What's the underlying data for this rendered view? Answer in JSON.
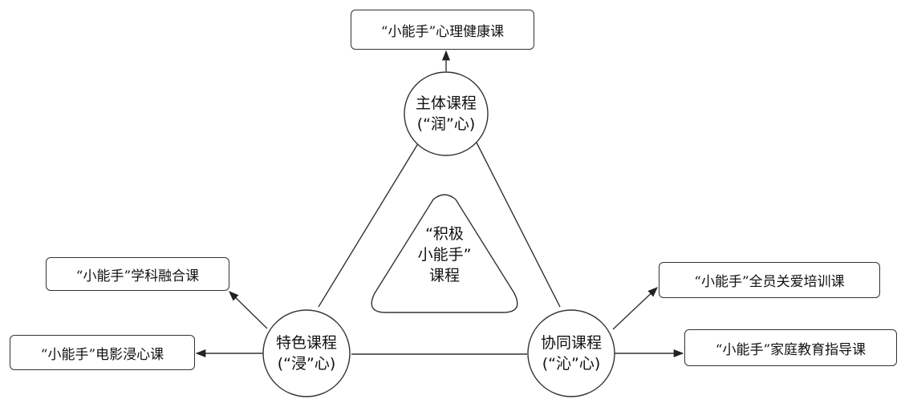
{
  "center": {
    "line1": "“积极",
    "line2": "小能手”",
    "line3": "课程"
  },
  "nodes": {
    "top": {
      "title": "主体课程",
      "sub": "(“润”心)"
    },
    "left": {
      "title": "特色课程",
      "sub": "(“浸”心)"
    },
    "right": {
      "title": "协同课程",
      "sub": "(“沁”心)"
    }
  },
  "boxes": {
    "top": "“小能手”心理健康课",
    "left_upper": "“小能手”学科融合课",
    "left_lower": "“小能手”电影浸心课",
    "right_upper": "“小能手”全员关爱培训课",
    "right_lower": "“小能手”家庭教育指导课"
  }
}
